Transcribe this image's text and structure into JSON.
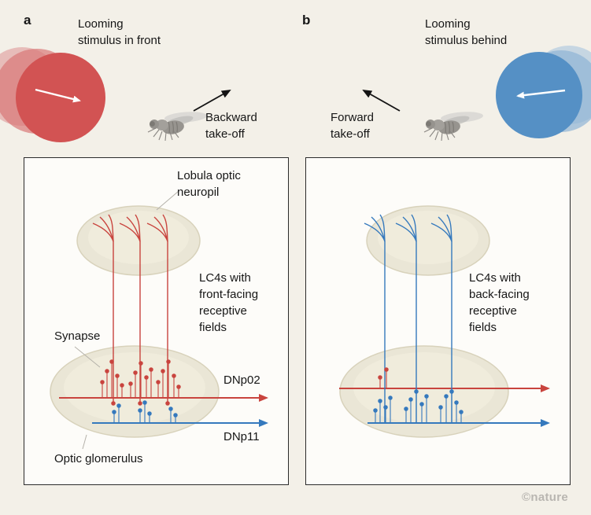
{
  "figure": {
    "watermark": "©nature"
  },
  "panel_a": {
    "label": "a",
    "stimulus_text": "Looming\nstimulus in front",
    "takeoff_text": "Backward\ntake-off"
  },
  "panel_b": {
    "label": "b",
    "stimulus_text": "Looming\nstimulus behind",
    "takeoff_text": "Forward\ntake-off"
  },
  "diagram_a": {
    "lobula_label": "Lobula optic\nneuropil",
    "lc4_label": "LC4s with\nfront-facing\nreceptive\nfields",
    "synapse_label": "Synapse",
    "glomerulus_label": "Optic glomerulus",
    "dnp02_label": "DNp02",
    "dnp11_label": "DNp11"
  },
  "diagram_b": {
    "lc4_label": "LC4s with\nback-facing\nreceptive\nfields"
  },
  "colors": {
    "background": "#f3f0e8",
    "stimulus_red": "#d25353",
    "stimulus_blue": "#5590c5",
    "neuron_red": "#c9443e",
    "neuron_blue": "#3579bd",
    "neuropil_fill": "#eae6d6"
  }
}
